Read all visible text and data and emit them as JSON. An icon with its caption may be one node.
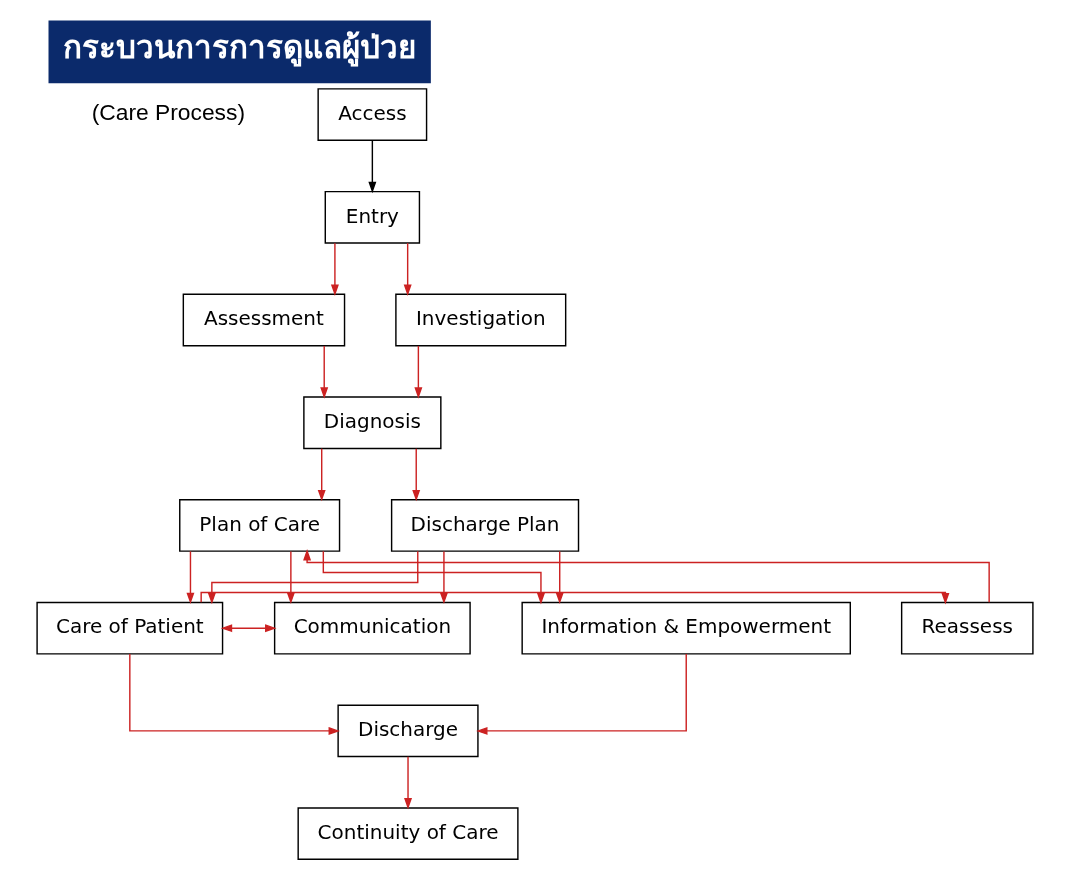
{
  "diagram": {
    "title": "กระบวนการการดูแลผู้ป่วย",
    "nodes": [
      {
        "text": [
          "Access"
        ]
      },
      {
        "text": [
          "Entry"
        ]
      },
      {
        "text": [
          "Assessment"
        ]
      },
      {
        "text": [
          "Investigation"
        ]
      },
      {
        "text": [
          "Diagnosis"
        ]
      },
      {
        "text": [
          "Plan of Care"
        ]
      },
      {
        "text": [
          "Discharge Plan"
        ]
      },
      {
        "text": [
          "Reassess"
        ]
      },
      {
        "text": [
          "Care of Patient"
        ]
      },
      {
        "text": [
          "Communication"
        ]
      },
      {
        "text": [
          "Information & Empowerment"
        ]
      },
      {
        "text": [
          "Discharge"
        ]
      },
      {
        "text": [
          "Continuity of Care"
        ]
      }
    ],
    "edges": [
      {
        "from": 0,
        "to": 1,
        "arrow": "to",
        "color": "#000000"
      },
      {
        "from": 1,
        "to": 2,
        "arrow": "to"
      },
      {
        "from": 1,
        "to": 3,
        "arrow": "to"
      },
      {
        "from": 2,
        "to": 4,
        "arrow": "to"
      },
      {
        "from": 3,
        "to": 4,
        "arrow": "to"
      },
      {
        "from": 4,
        "to": 5,
        "arrow": "to"
      },
      {
        "from": 4,
        "to": 6,
        "arrow": "to"
      },
      {
        "from": 5,
        "to": 8,
        "arrow": "to"
      },
      {
        "from": 5,
        "to": 9,
        "arrow": "to"
      },
      {
        "from": 5,
        "to": 10,
        "arrow": "to"
      },
      {
        "from": 6,
        "to": 8,
        "arrow": "to"
      },
      {
        "from": 6,
        "to": 9,
        "arrow": "to"
      },
      {
        "from": 6,
        "to": 10,
        "arrow": "to"
      },
      {
        "from": 8,
        "to": 7,
        "arrow": "to"
      },
      {
        "from": 7,
        "to": 5,
        "arrow": "to"
      },
      {
        "from": 8,
        "to": 9,
        "arrow": "both"
      },
      {
        "from": 8,
        "to": 11,
        "arrow": "to"
      },
      {
        "from": 10,
        "to": 11,
        "arrow": "to"
      },
      {
        "from": 11,
        "to": 12,
        "arrow": "to"
      }
    ],
    "labels": [
      "(Care Process)"
    ]
  }
}
